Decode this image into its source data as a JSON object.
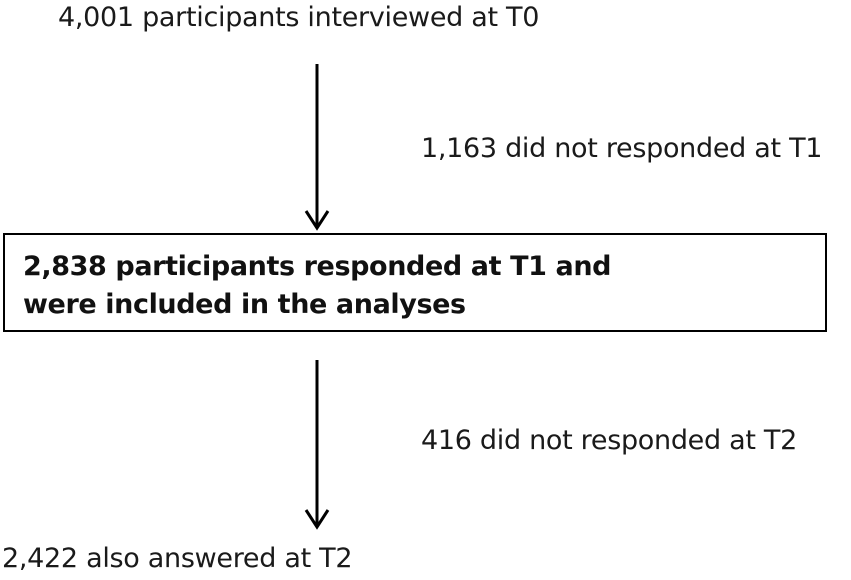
{
  "flowchart": {
    "start": "4,001 participants interviewed at T0",
    "dropout_t1": "1,163 did not responded at T1",
    "included": {
      "line1": "2,838 participants responded at T1 and",
      "line2": "were included in the analyses"
    },
    "dropout_t2": "416 did not responded at T2",
    "end": "2,422 also answered at T2"
  },
  "colors": {
    "text": "#1a1a1a",
    "border": "#000000",
    "arrow": "#000000",
    "background": "#ffffff"
  }
}
